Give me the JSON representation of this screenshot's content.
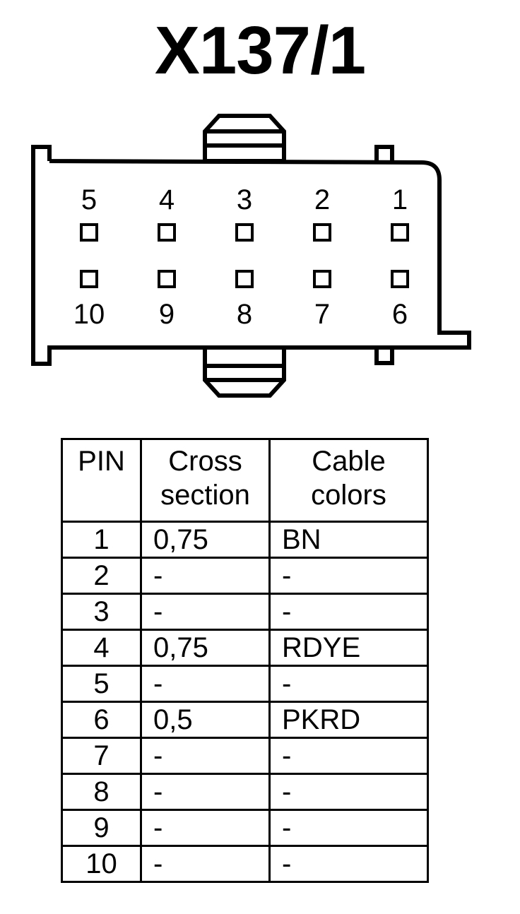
{
  "title": "X137/1",
  "connector": {
    "top_row": [
      "5",
      "4",
      "3",
      "2",
      "1"
    ],
    "bottom_row": [
      "10",
      "9",
      "8",
      "7",
      "6"
    ]
  },
  "table": {
    "headers": [
      "PIN",
      "Cross section",
      "Cable colors"
    ],
    "header_lines": [
      [
        "PIN"
      ],
      [
        "Cross",
        "section"
      ],
      [
        "Cable",
        "colors"
      ]
    ],
    "rows": [
      {
        "pin": "1",
        "cross_section": "0,75",
        "color": "BN"
      },
      {
        "pin": "2",
        "cross_section": "-",
        "color": "-"
      },
      {
        "pin": "3",
        "cross_section": "-",
        "color": "-"
      },
      {
        "pin": "4",
        "cross_section": "0,75",
        "color": "RDYE"
      },
      {
        "pin": "5",
        "cross_section": "-",
        "color": "-"
      },
      {
        "pin": "6",
        "cross_section": "0,5",
        "color": "PKRD"
      },
      {
        "pin": "7",
        "cross_section": "-",
        "color": "-"
      },
      {
        "pin": "8",
        "cross_section": "-",
        "color": "-"
      },
      {
        "pin": "9",
        "cross_section": "-",
        "color": "-"
      },
      {
        "pin": "10",
        "cross_section": "-",
        "color": "-"
      }
    ]
  }
}
